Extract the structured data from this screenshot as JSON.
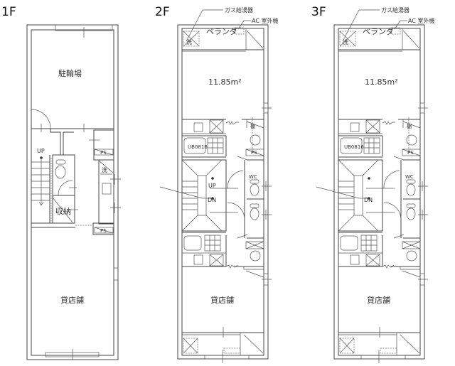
{
  "floors": [
    {
      "label": "1F",
      "rooms": {
        "parking": "駐輪場",
        "storage": "収納",
        "shop": "貸店舗"
      },
      "marks": {
        "up": "UP",
        "ps_upper": "PS",
        "ps_lower": "PS",
        "washer": "洗"
      }
    },
    {
      "label": "2F",
      "callouts": {
        "water_heater": "ガス給湯器",
        "ac_unit": "AC 室外機"
      },
      "rooms": {
        "balcony": "ベランダ",
        "room_area": "11.85m²",
        "bath": "UB0816",
        "wc": "WC",
        "shop": "貸店舗"
      },
      "marks": {
        "washer": "洗",
        "shelf": "棚",
        "ps": "PS",
        "up": "UP",
        "dn": "DN"
      }
    },
    {
      "label": "3F",
      "callouts": {
        "water_heater": "ガス給湯器",
        "ac_unit": "AC 室外機"
      },
      "rooms": {
        "balcony": "ベランダ",
        "room_area": "11.85m²",
        "bath": "UB0816",
        "wc": "WC",
        "shop": "貸店舗"
      },
      "marks": {
        "washer": "洗",
        "shelf": "棚",
        "ps": "PS",
        "dn": "DN"
      }
    }
  ]
}
